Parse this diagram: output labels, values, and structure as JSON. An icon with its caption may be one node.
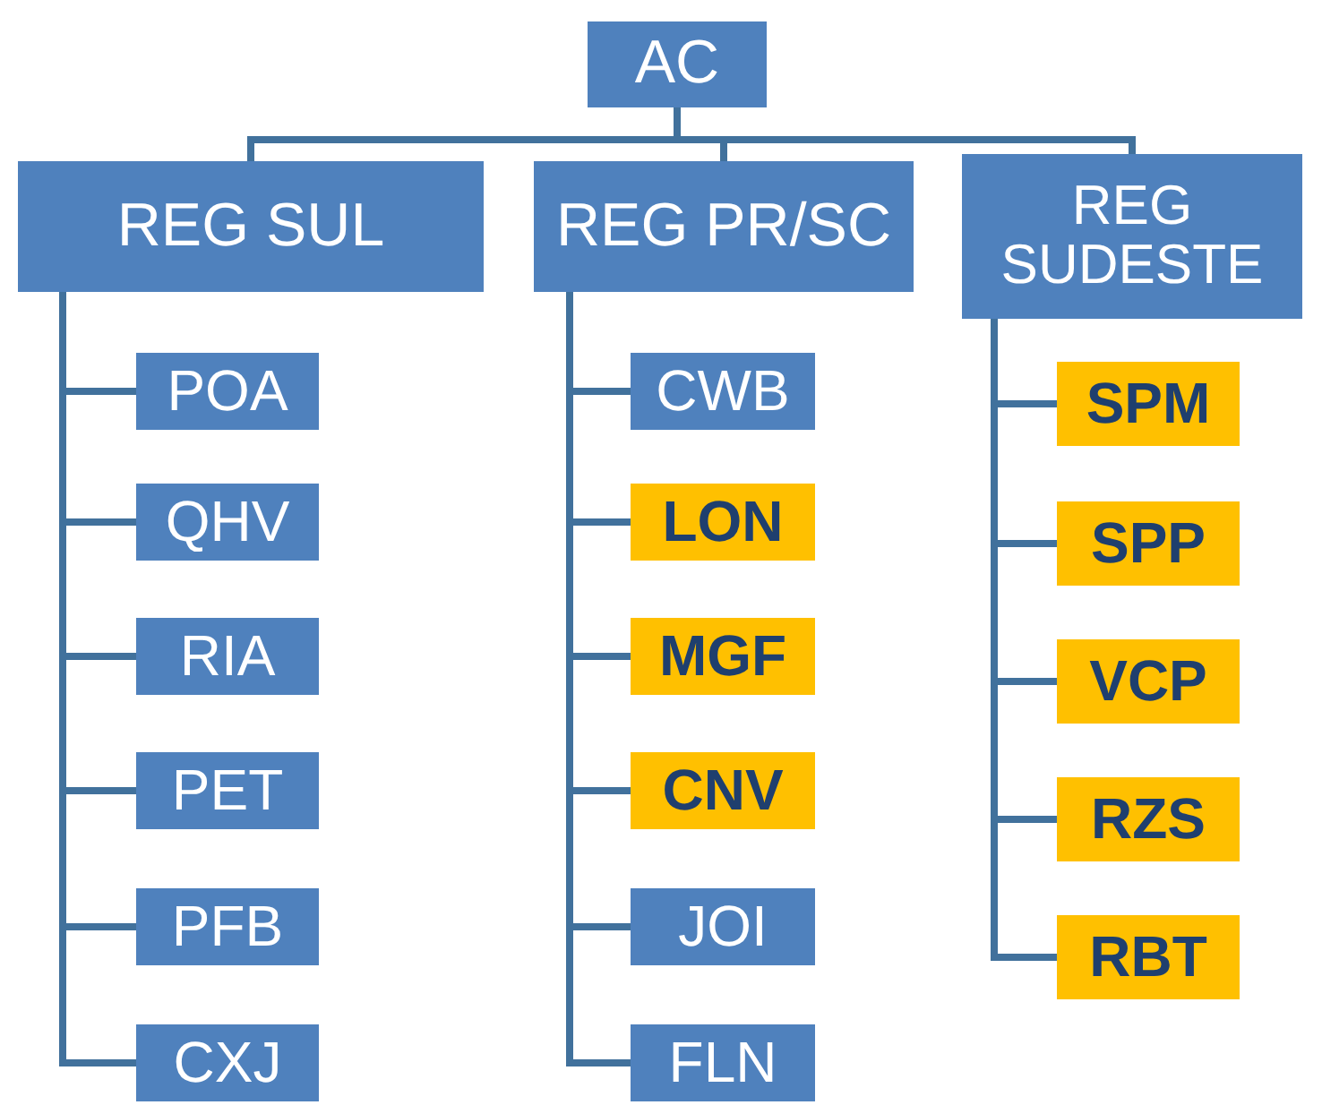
{
  "diagram": {
    "nodes": [
      {
        "text": [
          "AC"
        ]
      },
      {
        "text": [
          "REG SUL"
        ]
      },
      {
        "text": [
          "REG PR/SC"
        ]
      },
      {
        "text": [
          "REG SUDESTE"
        ]
      },
      {
        "text": [
          "POA"
        ]
      },
      {
        "text": [
          "QHV"
        ]
      },
      {
        "text": [
          "RIA"
        ]
      },
      {
        "text": [
          "PET"
        ]
      },
      {
        "text": [
          "PFB"
        ]
      },
      {
        "text": [
          "CXJ"
        ]
      },
      {
        "text": [
          "CWB"
        ]
      },
      {
        "text": [
          "LON"
        ]
      },
      {
        "text": [
          "MGF"
        ]
      },
      {
        "text": [
          "CNV"
        ]
      },
      {
        "text": [
          "JOI"
        ]
      },
      {
        "text": [
          "FLN"
        ]
      },
      {
        "text": [
          "SPM"
        ]
      },
      {
        "text": [
          "SPP"
        ]
      },
      {
        "text": [
          "VCP"
        ]
      },
      {
        "text": [
          "RZS"
        ]
      },
      {
        "text": [
          "RBT"
        ]
      }
    ],
    "edges": [
      {
        "from": 0,
        "to": 1,
        "arrow": "none"
      },
      {
        "from": 0,
        "to": 2,
        "arrow": "none"
      },
      {
        "from": 0,
        "to": 3,
        "arrow": "none"
      },
      {
        "from": 1,
        "to": 4,
        "arrow": "none"
      },
      {
        "from": 1,
        "to": 5,
        "arrow": "none"
      },
      {
        "from": 1,
        "to": 6,
        "arrow": "none"
      },
      {
        "from": 1,
        "to": 7,
        "arrow": "none"
      },
      {
        "from": 1,
        "to": 8,
        "arrow": "none"
      },
      {
        "from": 1,
        "to": 9,
        "arrow": "none"
      },
      {
        "from": 2,
        "to": 10,
        "arrow": "none"
      },
      {
        "from": 2,
        "to": 11,
        "arrow": "none"
      },
      {
        "from": 2,
        "to": 12,
        "arrow": "none"
      },
      {
        "from": 2,
        "to": 13,
        "arrow": "none"
      },
      {
        "from": 2,
        "to": 14,
        "arrow": "none"
      },
      {
        "from": 2,
        "to": 15,
        "arrow": "none"
      },
      {
        "from": 3,
        "to": 16,
        "arrow": "none"
      },
      {
        "from": 3,
        "to": 17,
        "arrow": "none"
      },
      {
        "from": 3,
        "to": 18,
        "arrow": "none"
      },
      {
        "from": 3,
        "to": 19,
        "arrow": "none"
      },
      {
        "from": 3,
        "to": 20,
        "arrow": "none"
      }
    ]
  }
}
